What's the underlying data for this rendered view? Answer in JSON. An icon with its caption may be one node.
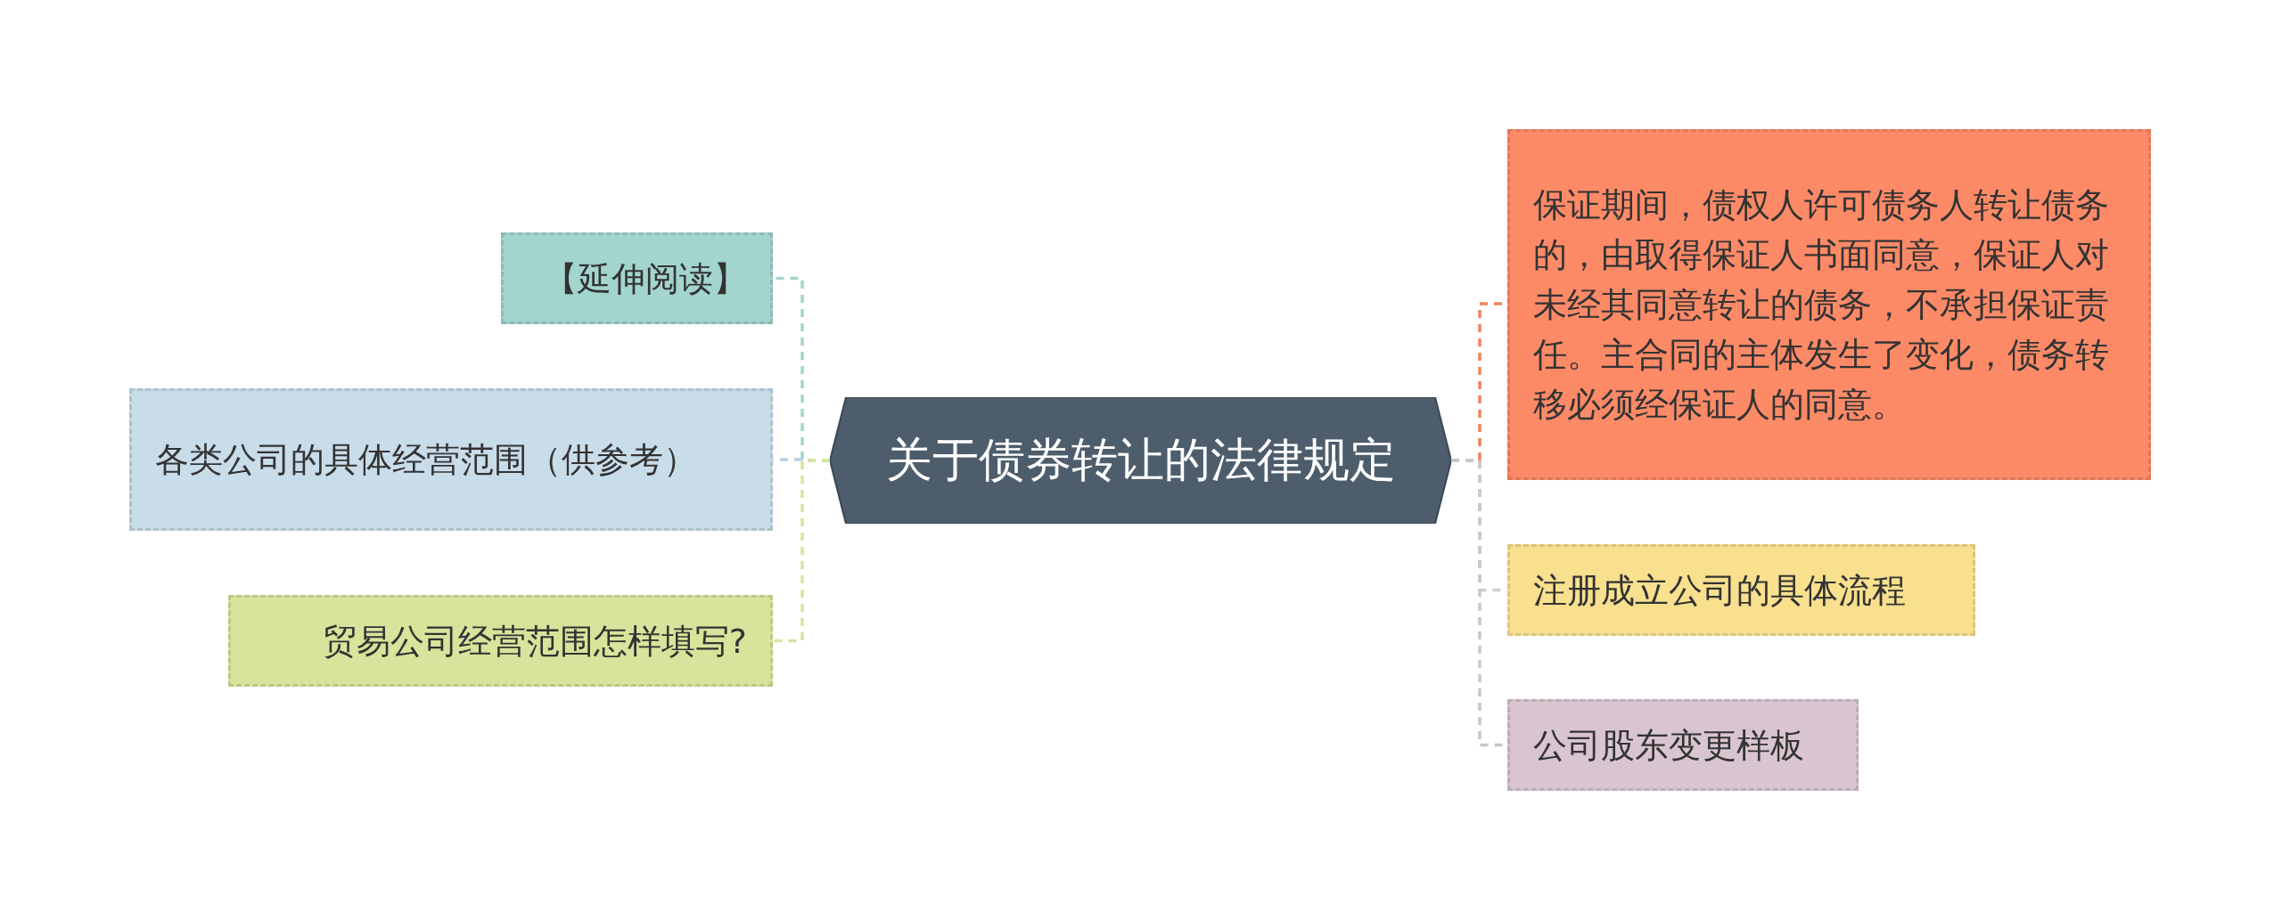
{
  "diagram": {
    "nodes": [
      {
        "text": [
          "关于债券转让的法律规定"
        ]
      },
      {
        "text": [
          "【延伸阅读】"
        ]
      },
      {
        "text": [
          "各类公司的具体经营范围（供参考）"
        ]
      },
      {
        "text": [
          "贸易公司经营范围怎样填写?"
        ]
      },
      {
        "text": [
          "保证期间，债权人许可债务人转让债务的，由取得保证人书面同意，保证人对未经其同意转让的债务，不承担保证责任。主合同的主体发生了变化，债务转移必须经保证人的同意。"
        ]
      },
      {
        "text": [
          "注册成立公司的具体流程"
        ]
      },
      {
        "text": [
          "公司股东变更样板"
        ]
      }
    ],
    "edges": [
      {
        "from": 0,
        "to": 1,
        "arrow": "none",
        "style": "dashed",
        "color": "#a3d5cf"
      },
      {
        "from": 0,
        "to": 2,
        "arrow": "none",
        "style": "dashed",
        "color": "#b9cfe2"
      },
      {
        "from": 0,
        "to": 3,
        "arrow": "none",
        "style": "dashed",
        "color": "#d6e59b"
      },
      {
        "from": 0,
        "to": 4,
        "arrow": "none",
        "style": "dashed",
        "color": "#f2825c"
      },
      {
        "from": 0,
        "to": 5,
        "arrow": "none",
        "style": "dashed",
        "color": "#d0d0d0"
      },
      {
        "from": 0,
        "to": 6,
        "arrow": "none",
        "style": "dashed",
        "color": "#c8c8c8"
      }
    ]
  }
}
